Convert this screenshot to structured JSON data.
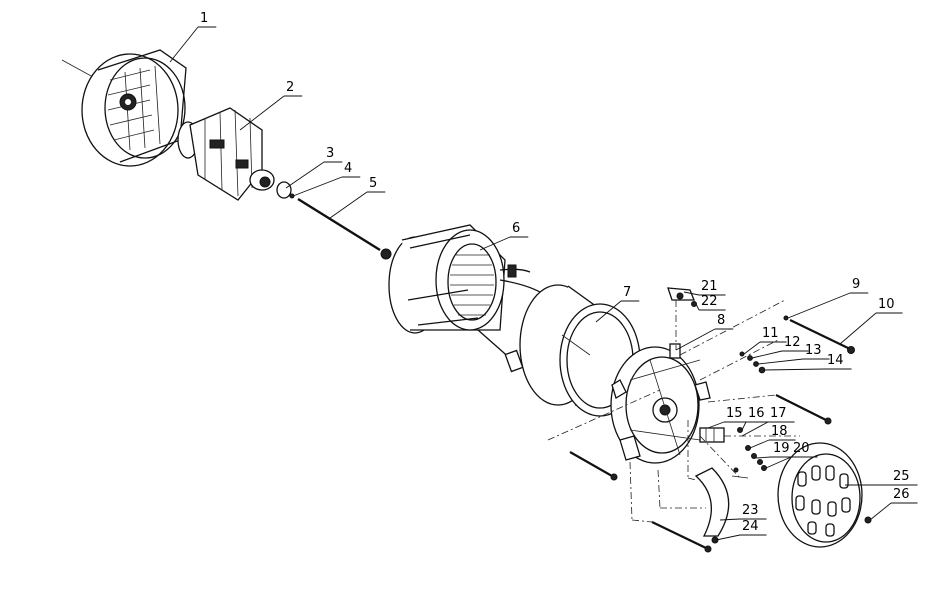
{
  "callouts": [
    "1",
    "2",
    "3",
    "4",
    "5",
    "6",
    "7",
    "8",
    "9",
    "10",
    "11",
    "12",
    "13",
    "14",
    "15",
    "16",
    "17",
    "18",
    "19",
    "20",
    "21",
    "22",
    "23",
    "24",
    "25",
    "26"
  ],
  "colors": {
    "ink": "#111111",
    "background": "#ffffff"
  }
}
